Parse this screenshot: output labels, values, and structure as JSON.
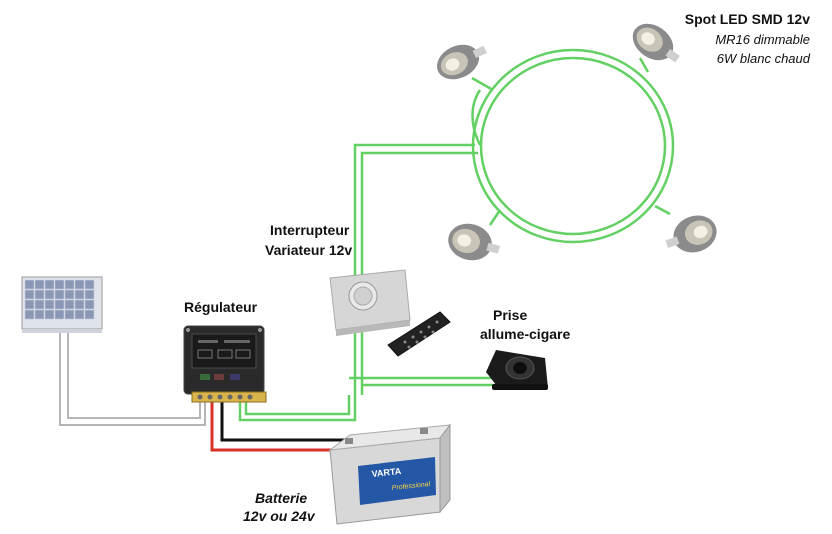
{
  "labels": {
    "spot_title": "Spot LED SMD 12v",
    "spot_line2": "MR16 dimmable",
    "spot_line3": "6W blanc chaud",
    "switch_line1": "Interrupteur",
    "switch_line2": "Variateur 12v",
    "regulator": "Régulateur",
    "socket_line1": "Prise",
    "socket_line2": "allume-cigare",
    "battery_line1": "Batterie",
    "battery_line2": "12v ou 24v",
    "battery_brand": "VARTA",
    "battery_sub": "Professional"
  },
  "colors": {
    "green_wire": "#5fd35f",
    "red_wire": "#d9302a",
    "grey_wire": "#b0b0b0",
    "black_wire": "#111111",
    "panel": "#7a8aa8"
  },
  "components": [
    "solar-panel",
    "regulator",
    "switch-dimmer",
    "remote-control",
    "cigarette-socket",
    "battery",
    "led-spot"
  ]
}
